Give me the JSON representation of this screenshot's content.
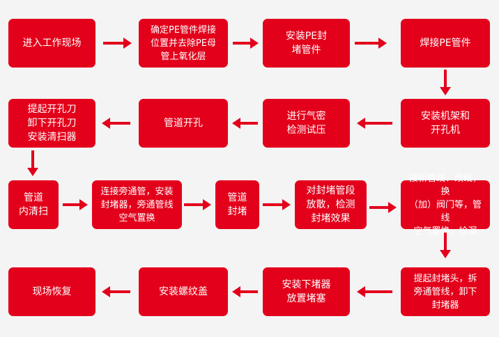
{
  "flow": {
    "steps": [
      {
        "id": "s1",
        "text": "进入工作现场"
      },
      {
        "id": "s2",
        "text": "确定PE管件焊接\n位置并去除PE母\n管上氧化层"
      },
      {
        "id": "s3",
        "text": "安装PE封\n堵管件"
      },
      {
        "id": "s4",
        "text": "焊接PE管件"
      },
      {
        "id": "s5",
        "text": "安装机架和\n开孔机"
      },
      {
        "id": "s6",
        "text": "进行气密\n检测试压"
      },
      {
        "id": "s7",
        "text": "管道开孔"
      },
      {
        "id": "s8",
        "text": "提起开孔刀\n卸下开孔刀\n安装清扫器"
      },
      {
        "id": "s9",
        "text": "管道\n内清扫"
      },
      {
        "id": "s10",
        "text": "连接旁通管，安装\n封堵器，旁通管线\n空气置换"
      },
      {
        "id": "s11",
        "text": "管道\n封堵"
      },
      {
        "id": "s12",
        "text": "对封堵管段\n放散，检测\n封堵效果"
      },
      {
        "id": "s13",
        "text": "接新管线、改线，换\n（加）阀门等，管线\n空气置换，捡漏"
      },
      {
        "id": "s14",
        "text": "提起封堵头，拆\n旁通管线，卸下\n封堵器"
      },
      {
        "id": "s15",
        "text": "安装下堵器\n放置堵塞"
      },
      {
        "id": "s16",
        "text": "安装螺纹盖"
      },
      {
        "id": "s17",
        "text": "现场恢复"
      }
    ]
  },
  "colors": {
    "box": "#e3001b",
    "background": "#f4f4f4",
    "text": "#ffffff"
  }
}
